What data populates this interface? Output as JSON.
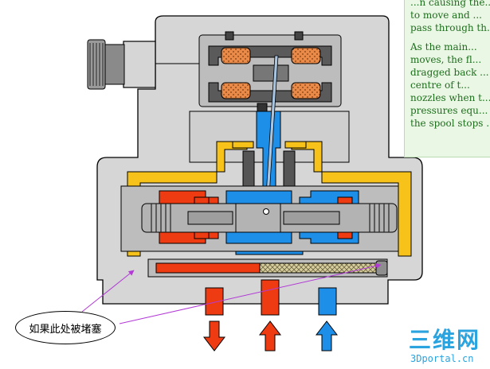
{
  "note": {
    "paragraph_1_lines": [
      "...n causing the...",
      "to move and ...",
      "pass through th..."
    ],
    "paragraph_2_lines": [
      "As the main...",
      "moves, the fl...",
      "dragged back ...",
      "centre of t...",
      "nozzles when t...",
      "pressures equ...",
      "the spool stops ..."
    ]
  },
  "callout": {
    "text": "如果此处被堵塞"
  },
  "watermark": {
    "brand": "三维网",
    "url": "3Dportal.cn"
  },
  "colors": {
    "body_gray": "#d6d6d6",
    "outline": "#000000",
    "pressure_red": "#ee3b12",
    "return_blue": "#1e8fe8",
    "pilot_yellow": "#f7c21a",
    "coil_orange": "#e98a48",
    "leader_line": "#b23bd6",
    "note_text": "#1d6e1d"
  },
  "icons": [
    "connector-plug-icon",
    "arrow-down-icon",
    "arrow-up-icon"
  ]
}
